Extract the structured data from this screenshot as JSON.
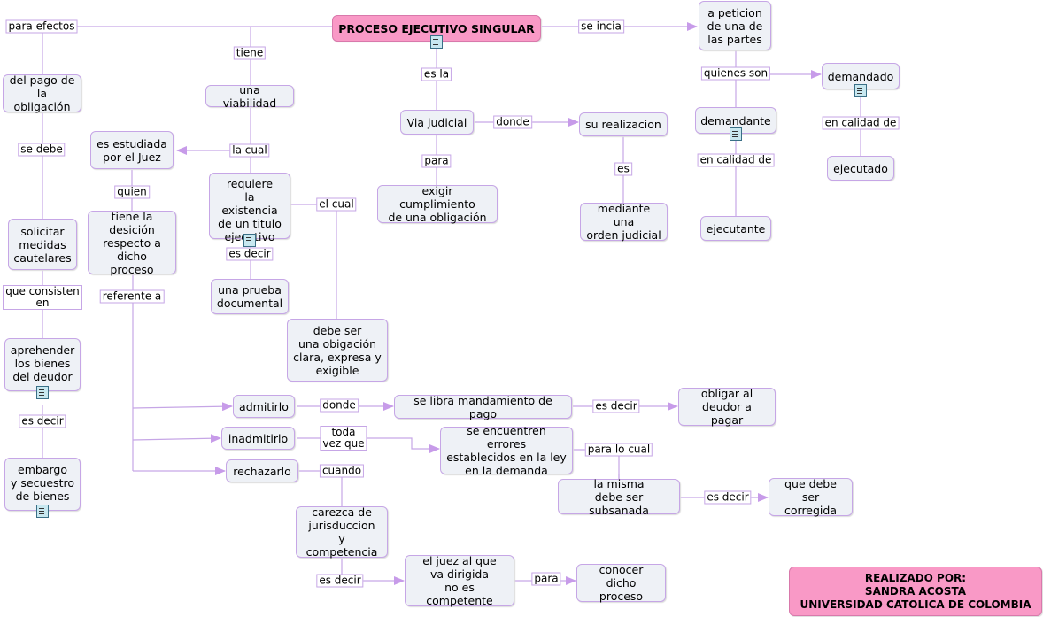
{
  "colors": {
    "accent": "#f999c6",
    "node_bg": "#eef1f6",
    "line": "#c6a6e6",
    "arrow": "#c79be9"
  },
  "nodes": {
    "root": "PROCESO EJECUTIVO SINGULAR",
    "pago": "del pago de\nla obligación",
    "viabilidad": "una viabilidad",
    "via": "Via judicial",
    "peticion": "a peticion\nde una de\nlas partes",
    "demandado": "demandado",
    "demandante": "demandante",
    "ejecutado": "ejecutado",
    "ejecutante": "ejecutante",
    "realizacion": "su realizacion",
    "orden": "mediante una\norden judicial",
    "exigir": "exigir cumplimiento\nde una obligación",
    "estudiada": "es estudiada\npor el Juez",
    "decision": "tiene la\ndesición\nrespecto a\ndicho proceso",
    "requiere": "requiere\nla existencia\nde un titulo\nejecutivo",
    "prueba": "una prueba\ndocumental",
    "debe_ser": "debe ser\nuna obigación\nclara, expresa y\nexigible",
    "medidas": "solicitar\nmedidas\ncautelares",
    "aprehender": "aprehender\nlos bienes\ndel deudor",
    "embargo": "embargo\ny secuestro\nde bienes",
    "admitirlo": "admitirlo",
    "inadmitirlo": "inadmitirlo",
    "rechazarlo": "rechazarlo",
    "mandamiento": "se libra mandamiento de pago",
    "obligar": "obligar al\ndeudor a pagar",
    "errores": "se encuentren errores\nestablecidos en la ley\nen la demanda",
    "subsanada": "la misma\ndebe ser subsanada",
    "corregida": "que debe\nser corregida",
    "carezca": "carezca de\njurisduccion\ny competencia",
    "juez": "el juez al que\nva dirigida\nno es competente",
    "conocer": "conocer dicho\nproceso",
    "credit": "REALIZADO POR:\nSANDRA ACOSTA\nUNIVERSIDAD CATOLICA DE COLOMBIA"
  },
  "links": {
    "para_efectos": "para efectos",
    "tiene": "tiene",
    "es_la": "es la",
    "se_incia": "se incia",
    "quienes_son": "quienes son",
    "en_calidad_de_1": "en calidad de",
    "en_calidad_de_2": "en calidad de",
    "donde_1": "donde",
    "es": "es",
    "para_1": "para",
    "la_cual": "la cual",
    "quien": "quien",
    "el_cual": "el cual",
    "es_decir_1": "es decir",
    "se_debe": "se debe",
    "que_consisten": "que consisten\nen",
    "es_decir_2": "es decir",
    "referente_a": "referente a",
    "donde_2": "donde",
    "es_decir_3": "es decir",
    "toda_vez_que": "toda\nvez que",
    "para_lo_cual": "para lo cual",
    "es_decir_4": "es decir",
    "cuando": "cuando",
    "es_decir_5": "es decir",
    "para_2": "para"
  }
}
